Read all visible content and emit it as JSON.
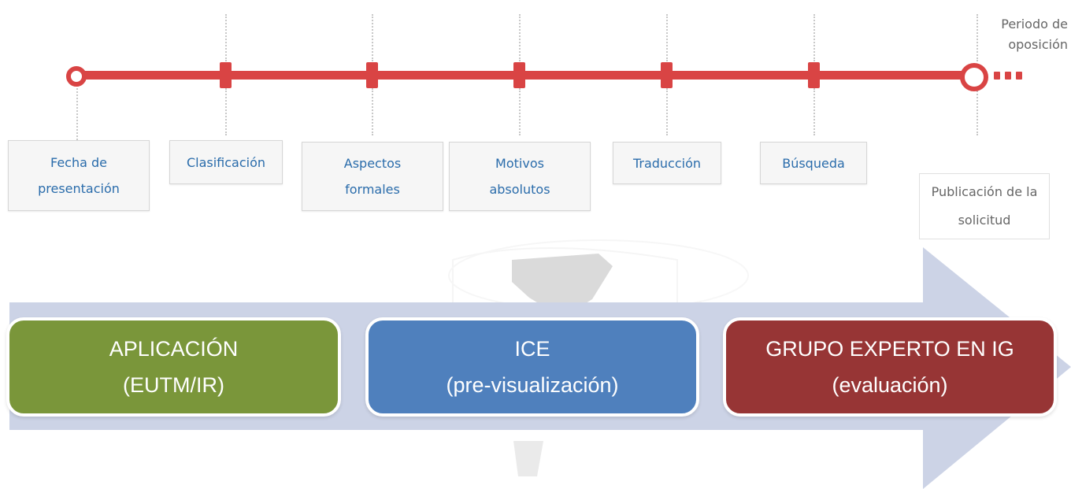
{
  "timeline": {
    "steps": [
      {
        "label": "Fecha de\npresentación"
      },
      {
        "label": "Clasificación"
      },
      {
        "label": "Aspectos\nformales"
      },
      {
        "label": "Motivos\nabsolutos"
      },
      {
        "label": "Traducción"
      },
      {
        "label": "Búsqueda"
      }
    ],
    "publication": "Publicación de la\nsolicitud",
    "opposition": "Periodo de\noposición",
    "colors": {
      "track": "#d94444",
      "step_text": "#2a6cab"
    }
  },
  "phases": [
    {
      "title": "APLICACIÓN",
      "subtitle": "(EUTM/IR)",
      "color": "#7a963a"
    },
    {
      "title": "ICE",
      "subtitle": "(pre-visualización)",
      "color": "#4f80bd"
    },
    {
      "title": "GRUPO EXPERTO EN IG",
      "subtitle": "(evaluación)",
      "color": "#973535"
    }
  ],
  "arrow_color": "#ccd3e6"
}
